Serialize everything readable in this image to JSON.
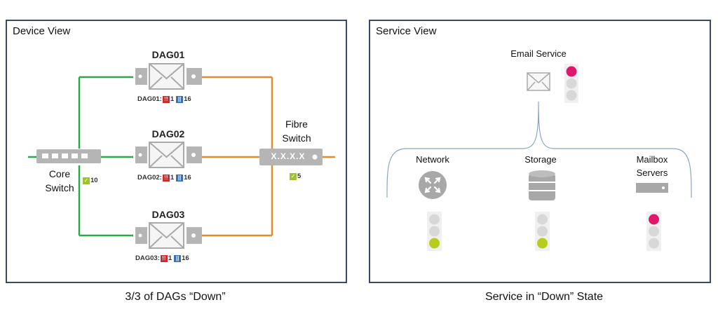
{
  "device_view": {
    "title": "Device View",
    "caption": "3/3 of DAGs “Down”",
    "dags": [
      {
        "name": "DAG01",
        "stat_label": "DAG01:",
        "alerts": "1",
        "items": "16"
      },
      {
        "name": "DAG02",
        "stat_label": "DAG02:",
        "alerts": "1",
        "items": "16"
      },
      {
        "name": "DAG03",
        "stat_label": "DAG03:",
        "alerts": "1",
        "items": "16"
      }
    ],
    "core_switch": {
      "label_line1": "Core",
      "label_line2": "Switch",
      "ok_count": "10"
    },
    "fibre_switch": {
      "label_line1": "Fibre",
      "label_line2": "Switch",
      "port_text": "X.X.X.X",
      "ok_count": "5"
    },
    "colors": {
      "green_link": "#2aa84a",
      "orange_link": "#e58a2e",
      "panel_border": "#3a4a66"
    }
  },
  "service_view": {
    "title": "Service View",
    "caption": "Service in “Down” State",
    "email_service": {
      "label": "Email Service",
      "status": "red"
    },
    "components": [
      {
        "name": "Network",
        "status": "green"
      },
      {
        "name": "Storage",
        "status": "green"
      },
      {
        "name": "Mailbox Servers",
        "name_line1": "Mailbox",
        "name_line2": "Servers",
        "status": "red"
      }
    ],
    "colors": {
      "red_light": "#e0186c",
      "green_light": "#b8cc1e",
      "off_light": "#d8d8d8"
    }
  }
}
